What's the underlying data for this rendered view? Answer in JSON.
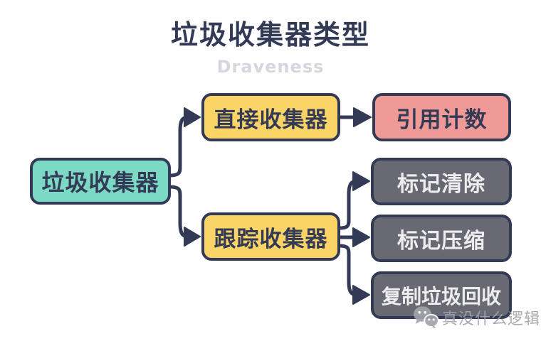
{
  "title": "垃圾收集器类型",
  "watermark_top": "Draveness",
  "watermark_bottom": "真没什么逻辑",
  "nodes": {
    "root": {
      "label": "垃圾收集器"
    },
    "direct": {
      "label": "直接收集器"
    },
    "ref_count": {
      "label": "引用计数"
    },
    "tracing": {
      "label": "跟踪收集器"
    },
    "mark_sweep": {
      "label": "标记清除"
    },
    "mark_compact": {
      "label": "标记压缩"
    },
    "copying": {
      "label": "复制垃圾回收"
    }
  },
  "edges": [
    {
      "from": "垃圾收集器",
      "to": "直接收集器"
    },
    {
      "from": "垃圾收集器",
      "to": "跟踪收集器"
    },
    {
      "from": "直接收集器",
      "to": "引用计数"
    },
    {
      "from": "跟踪收集器",
      "to": "标记清除"
    },
    {
      "from": "跟踪收集器",
      "to": "标记压缩"
    },
    {
      "from": "跟踪收集器",
      "to": "复制垃圾回收"
    }
  ],
  "colors": {
    "navy": "#333a56",
    "teal": "#7cd9c4",
    "yellow": "#fad466",
    "red": "#ef9a97",
    "gray": "#696974",
    "gray_text": "#ededf0",
    "subtitle": "#d6d6de",
    "watermark": "#a3a3ab",
    "background": "#ffffff"
  }
}
